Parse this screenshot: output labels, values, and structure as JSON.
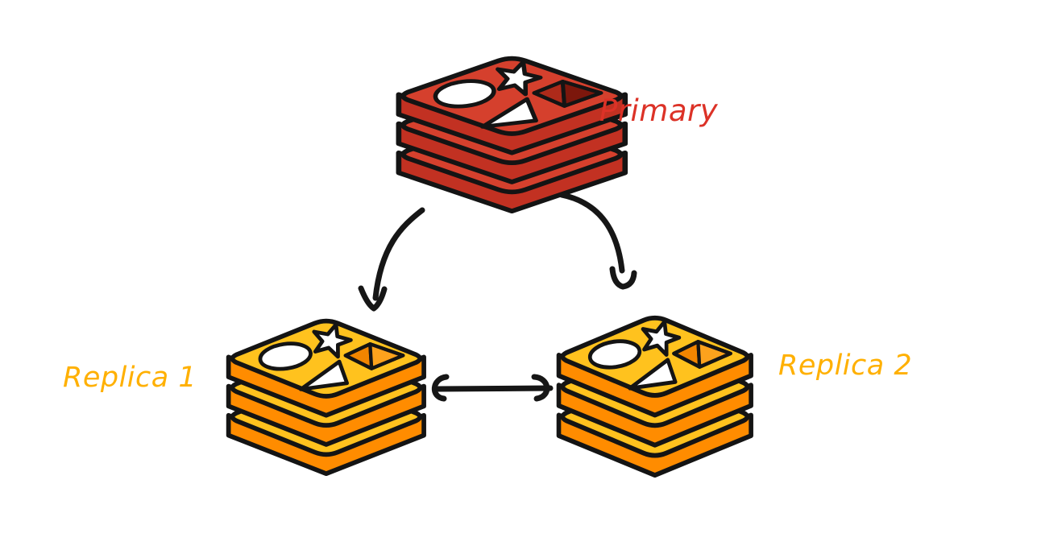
{
  "diagram": {
    "kind": "redis-replication-topology",
    "background": "#ffffff",
    "nodes": [
      {
        "id": "primary",
        "label": "Primary",
        "icon": "redis-stack-icon",
        "variant": "red"
      },
      {
        "id": "replica-1",
        "label": "Replica 1",
        "icon": "redis-stack-icon",
        "variant": "orange"
      },
      {
        "id": "replica-2",
        "label": "Replica 2",
        "icon": "redis-stack-icon",
        "variant": "orange"
      }
    ],
    "edges": [
      {
        "from": "primary",
        "to": "replica-1",
        "style": "curved",
        "direction": "one-way"
      },
      {
        "from": "primary",
        "to": "replica-2",
        "style": "curved",
        "direction": "one-way"
      },
      {
        "from": "replica-1",
        "to": "replica-2",
        "style": "straight",
        "direction": "two-way"
      }
    ],
    "colors": {
      "outline": "#141414",
      "arrow": "#161616",
      "shape_fill": "#ffffff",
      "primary": {
        "face": "#d5402d",
        "side": "#c23122",
        "hole_left": "#ae2a1a",
        "hole_right": "#7c170c",
        "label": "#dc3227"
      },
      "replica": {
        "face": "#ffc21e",
        "side": "#ff8c00",
        "hole_left": "#f28500",
        "hole_right": "#fca21d",
        "label": "#ffb000"
      }
    }
  }
}
